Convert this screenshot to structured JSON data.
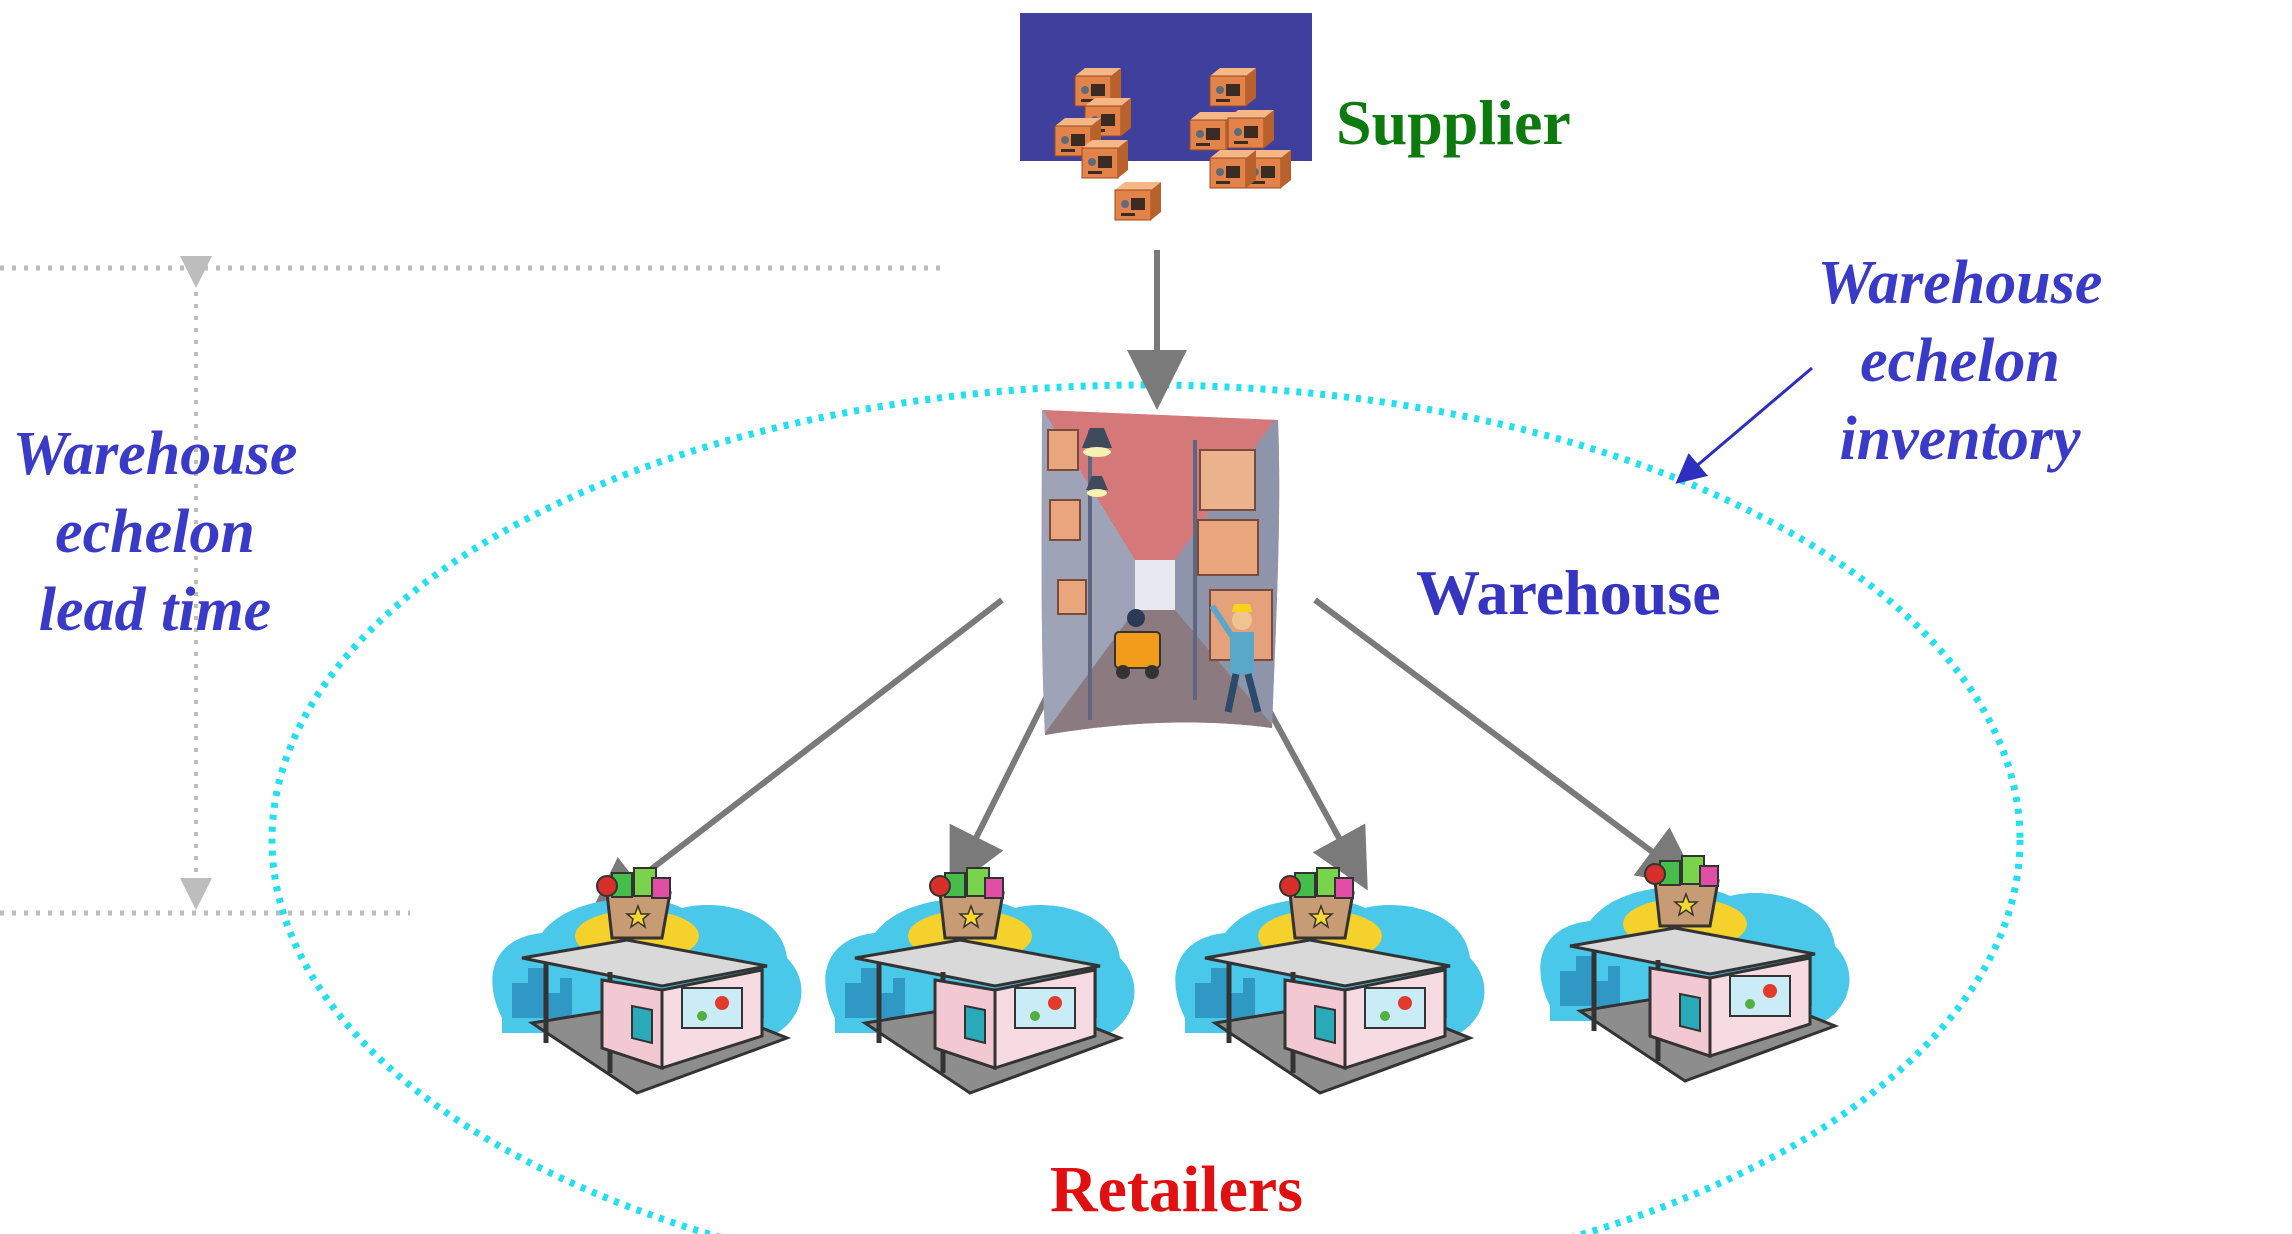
{
  "labels": {
    "supplier": "Supplier",
    "warehouse": "Warehouse",
    "retailers": "Retailers",
    "inventory_lines": [
      "Warehouse",
      "echelon",
      "inventory"
    ],
    "leadtime_lines": [
      "Warehouse",
      "echelon",
      "lead time"
    ]
  },
  "colors": {
    "supplier_text": "#0d7a0d",
    "warehouse_text": "#3535c2",
    "retailers_text": "#e01010",
    "echelon_text": "#3a3ac8",
    "ellipse_dotted": "#23dff0",
    "guide_dotted": "#bdbdbd",
    "flow_arrow": "#7a7a7a",
    "supplier_backdrop": "#3f3f9e",
    "box": "#e2844a"
  },
  "icons": {
    "supplier": "stacked-boxes-icon",
    "warehouse": "warehouse-interior-icon",
    "retailer": "retail-store-icon"
  },
  "retailers": [
    {
      "icon": "retail-store-icon"
    },
    {
      "icon": "retail-store-icon"
    },
    {
      "icon": "retail-store-icon"
    },
    {
      "icon": "retail-store-icon"
    }
  ]
}
